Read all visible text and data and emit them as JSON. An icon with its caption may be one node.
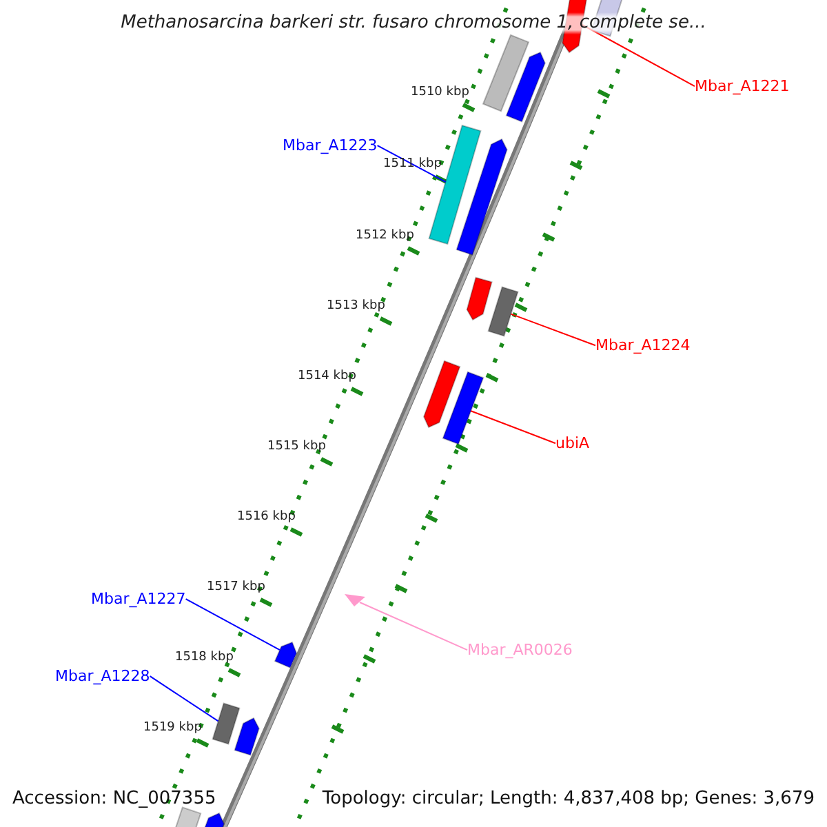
{
  "diagram": {
    "title": "Methanosarcina barkeri str. fusaro chromosome 1, complete se...",
    "nodes": [
      {
        "text": [
          "Mbar_A1221"
        ]
      },
      {
        "text": [],
        "shape": "bar"
      },
      {
        "text": [],
        "shape": "bar"
      },
      {
        "text": [],
        "shape": "bar"
      },
      {
        "text": [],
        "shape": "bar"
      },
      {
        "text": [
          "Mbar_A1223"
        ]
      },
      {
        "text": [],
        "shape": "bar"
      },
      {
        "text": [],
        "shape": "bar"
      },
      {
        "text": [
          "Mbar_A1224"
        ]
      },
      {
        "text": [],
        "shape": "bar"
      },
      {
        "text": [],
        "shape": "bar"
      },
      {
        "text": [
          "ubiA"
        ]
      },
      {
        "text": [],
        "shape": "bar"
      },
      {
        "text": [],
        "shape": "bar"
      },
      {
        "text": [
          "Mbar_AR0026"
        ]
      },
      {
        "text": [],
        "shape": "triangle"
      },
      {
        "text": [
          "Mbar_A1227"
        ]
      },
      {
        "text": [],
        "shape": "bar"
      },
      {
        "text": [
          "Mbar_A1228"
        ]
      },
      {
        "text": [],
        "shape": "bar"
      },
      {
        "text": [],
        "shape": "bar"
      },
      {
        "text": [],
        "shape": "bar"
      },
      {
        "text": [],
        "shape": "bar"
      }
    ],
    "edges": [
      {
        "from": 0,
        "to": 1,
        "arrow": "none"
      },
      {
        "from": 5,
        "to": 6,
        "arrow": "none",
        "color": "#0000ff"
      },
      {
        "from": 8,
        "to": 10,
        "arrow": "none"
      },
      {
        "from": 11,
        "to": 13,
        "arrow": "none"
      },
      {
        "from": 14,
        "to": 15,
        "arrow": "none",
        "color": "#ff99cc"
      },
      {
        "from": 16,
        "to": 17,
        "arrow": "none",
        "color": "#0000ff"
      },
      {
        "from": 18,
        "to": 19,
        "arrow": "none",
        "color": "#0000ff"
      }
    ],
    "labels": [
      "1510 kbp",
      "1511 kbp",
      "1512 kbp",
      "1513 kbp",
      "1514 kbp",
      "1515 kbp",
      "1516 kbp",
      "1517 kbp",
      "1518 kbp",
      "1519 kbp",
      "Accession: NC_007355",
      "Topology: circular; Length: 4,837,408 bp; Genes: 3,679"
    ]
  }
}
